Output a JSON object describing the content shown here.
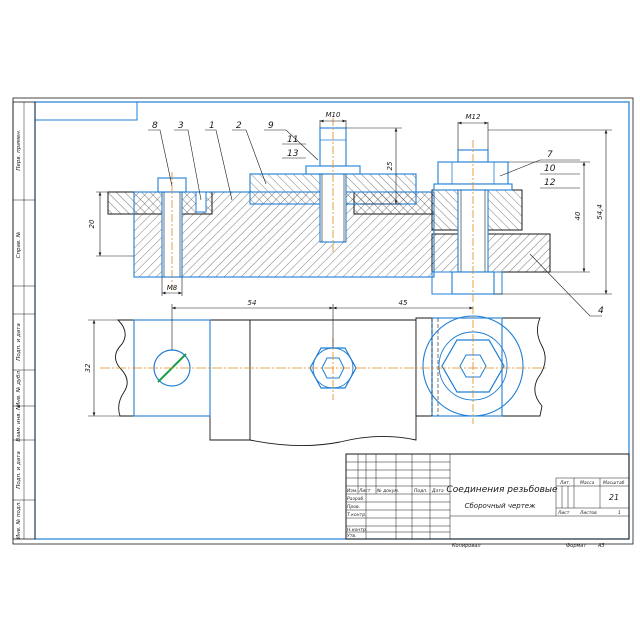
{
  "drawing": {
    "title": "Соединения резьбовые",
    "subtitle": "Сборочный чертеж",
    "sheet_number": "21",
    "copied_label": "Копировал",
    "format_label": "Формат",
    "format_value": "А3",
    "sheet_label": "Лист",
    "sheets_label": "Листов",
    "sheets_value": "1"
  },
  "title_block": {
    "col_headers": [
      "Изм.",
      "Лист",
      "№ докум.",
      "Подп.",
      "Дата"
    ],
    "rows": [
      "Разраб.",
      "Пров.",
      "Т.контр.",
      "",
      "Н.контр.",
      "Утв."
    ],
    "lit_label": "Лит.",
    "mass_label": "Масса",
    "scale_label": "Масштаб"
  },
  "side_stamp": [
    "Перв. примен.",
    "Справ. №",
    "Подп. и дата",
    "Инв. № дубл.",
    "Взам. инв. №",
    "Подп. и дата",
    "Инв. № подл."
  ],
  "balloons": [
    "8",
    "3",
    "1",
    "2",
    "9",
    "11",
    "13",
    "7",
    "10",
    "12",
    "4"
  ],
  "dimensions": {
    "m10": "M10",
    "m12": "M12",
    "m8": "M8",
    "d20": "20",
    "d25": "25",
    "d40": "40",
    "d54": "54,4",
    "d54b": "54",
    "d45": "45",
    "d32": "32"
  },
  "colors": {
    "outline": "#1a1a1a",
    "visible_line": "#1f7fd4",
    "axis": "#e08a1e",
    "hatch": "#2a2a2a"
  }
}
